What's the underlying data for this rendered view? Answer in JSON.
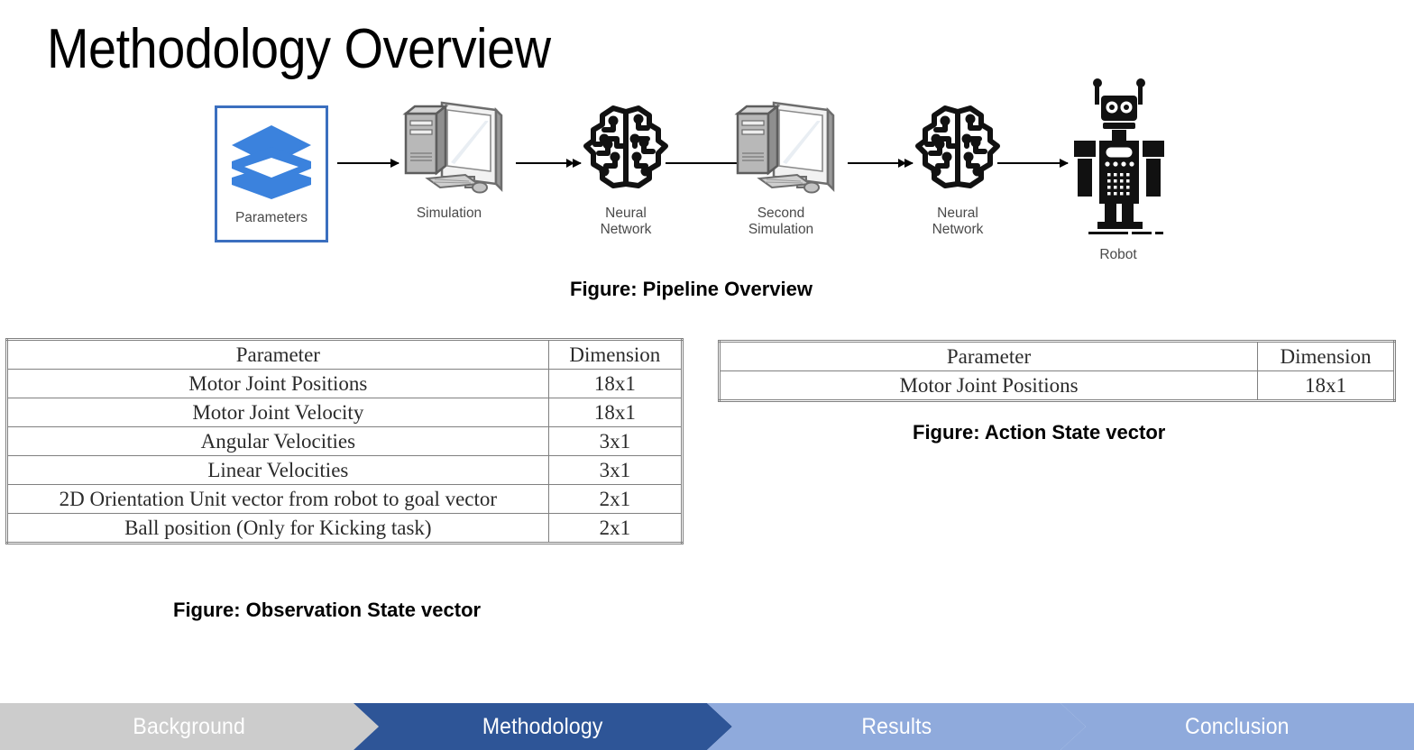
{
  "slide": {
    "title": "Methodology Overview"
  },
  "pipeline": {
    "caption": "Figure: Pipeline Overview",
    "highlight_border_color": "#3b6fbf",
    "accent_color": "#3b82dd",
    "stages": [
      {
        "label": "Parameters",
        "icon": "layers-icon",
        "highlighted": true
      },
      {
        "label": "Simulation",
        "icon": "desktop-computer-icon",
        "highlighted": false
      },
      {
        "label": "Neural\nNetwork",
        "icon": "brain-circuit-icon",
        "highlighted": false
      },
      {
        "label": "Second\nSimulation",
        "icon": "desktop-computer-icon",
        "highlighted": false
      },
      {
        "label": "Neural\nNetwork",
        "icon": "brain-circuit-icon",
        "highlighted": false
      },
      {
        "label": "Robot",
        "icon": "robot-icon",
        "highlighted": false
      }
    ]
  },
  "observation_table": {
    "caption": "Figure: Observation State vector",
    "headers": [
      "Parameter",
      "Dimension"
    ],
    "rows": [
      [
        "Motor Joint Positions",
        "18x1"
      ],
      [
        "Motor Joint Velocity",
        "18x1"
      ],
      [
        "Angular Velocities",
        "3x1"
      ],
      [
        "Linear Velocities",
        "3x1"
      ],
      [
        "2D Orientation Unit vector from robot to goal vector",
        "2x1"
      ],
      [
        "Ball position (Only for Kicking task)",
        "2x1"
      ]
    ]
  },
  "action_table": {
    "caption": "Figure: Action State vector",
    "headers": [
      "Parameter",
      "Dimension"
    ],
    "rows": [
      [
        "Motor Joint Positions",
        "18x1"
      ]
    ]
  },
  "navbar": {
    "items": [
      {
        "label": "Background",
        "state": "inactive",
        "color": "#cccccc"
      },
      {
        "label": "Methodology",
        "state": "active",
        "color": "#2e5597"
      },
      {
        "label": "Results",
        "state": "inactive",
        "color": "#8faadc"
      },
      {
        "label": "Conclusion",
        "state": "inactive",
        "color": "#8faadc"
      }
    ]
  }
}
